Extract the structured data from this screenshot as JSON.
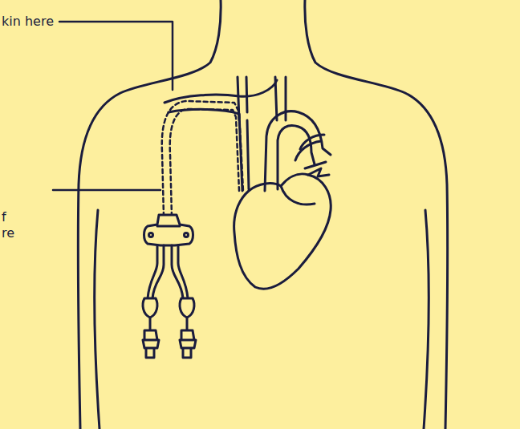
{
  "diagram": {
    "labels": [
      "kin here",
      "f",
      "re"
    ]
  }
}
